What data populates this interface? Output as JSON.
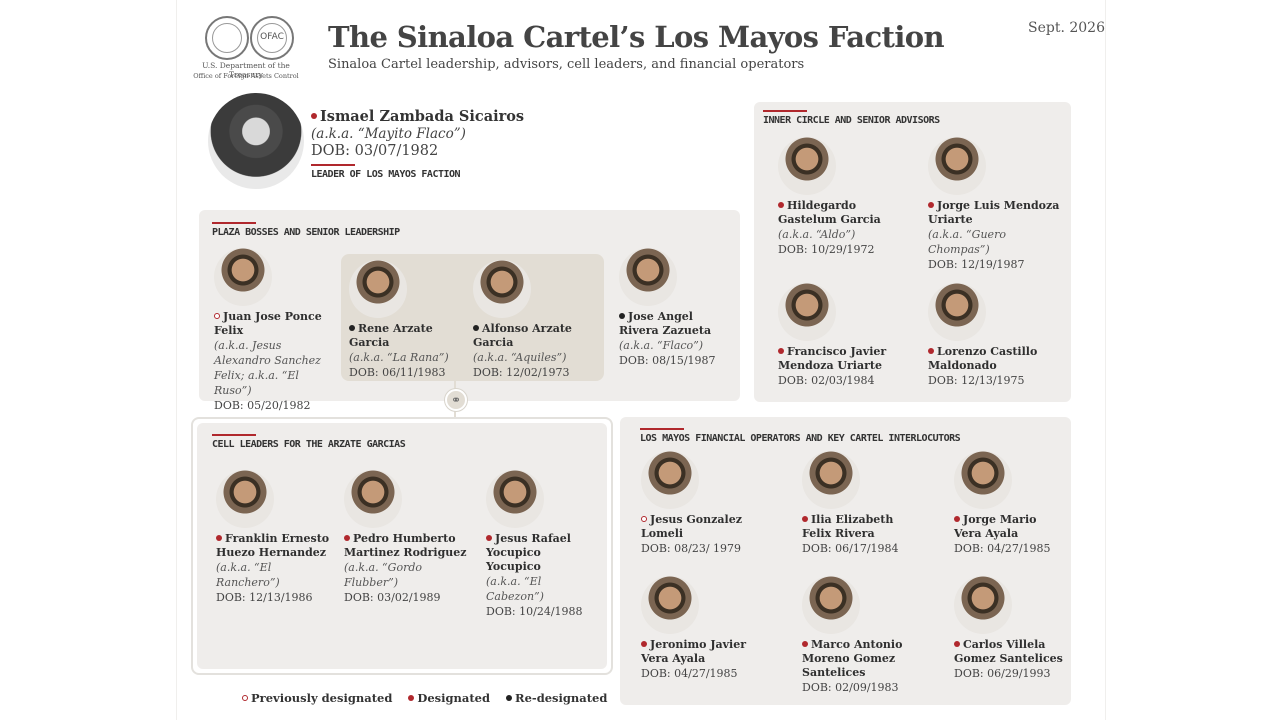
{
  "header": {
    "agency_line1": "U.S. Department of the Treasury",
    "agency_line2": "Office of Foreign Assets Control",
    "seal_text": "OFAC",
    "title": "The Sinaloa Cartel’s Los Mayos Faction",
    "subtitle": "Sinaloa Cartel leadership, advisors, cell leaders, and financial operators",
    "date": "Sept. 2026"
  },
  "leader": {
    "name": "Ismael Zambada Sicairos",
    "aka": "(a.k.a. “Mayito Flaco”)",
    "dob": "DOB: 03/07/1982",
    "role": "LEADER OF LOS MAYOS FACTION",
    "status": "designated"
  },
  "plaza": {
    "title": "PLAZA BOSSES AND SENIOR LEADERSHIP",
    "people": [
      {
        "name": "Juan Jose Ponce Felix",
        "aka": "(a.k.a. Jesus Alexandro Sanchez Felix; a.k.a. “El Ruso”)",
        "dob": "DOB: 05/20/1982",
        "status": "previously"
      },
      {
        "name": "Rene Arzate Garcia",
        "aka": "(a.k.a. “La Rana”)",
        "dob": "DOB: 06/11/1983",
        "status": "redesignated"
      },
      {
        "name": "Alfonso Arzate Garcia",
        "aka": "(a.k.a. “Aquiles”)",
        "dob": "DOB: 12/02/1973",
        "status": "redesignated"
      },
      {
        "name": "Jose Angel Rivera Zazueta",
        "aka": "(a.k.a. “Flaco”)",
        "dob": "DOB: 08/15/1987",
        "status": "redesignated"
      }
    ]
  },
  "inner": {
    "title": "INNER CIRCLE AND SENIOR ADVISORS",
    "people": [
      {
        "name": "Hildegardo Gastelum Garcia",
        "aka": "(a.k.a. “Aldo”)",
        "dob": "DOB: 10/29/1972",
        "status": "designated"
      },
      {
        "name": "Jorge Luis Mendoza Uriarte",
        "aka": "(a.k.a. “Guero Chompas”)",
        "dob": "DOB: 12/19/1987",
        "status": "designated"
      },
      {
        "name": "Francisco Javier Mendoza Uriarte",
        "aka": "",
        "dob": "DOB: 02/03/1984",
        "status": "designated"
      },
      {
        "name": "Lorenzo Castillo Maldonado",
        "aka": "",
        "dob": "DOB: 12/13/1975",
        "status": "designated"
      }
    ]
  },
  "cell": {
    "title": "CELL LEADERS FOR THE ARZATE GARCIAS",
    "people": [
      {
        "name": "Franklin Ernesto Huezo Hernandez",
        "aka": "(a.k.a. “El Ranchero”)",
        "dob": "DOB: 12/13/1986",
        "status": "designated"
      },
      {
        "name": "Pedro Humberto Martinez Rodriguez",
        "aka": "(a.k.a. “Gordo Flubber”)",
        "dob": "DOB: 03/02/1989",
        "status": "designated"
      },
      {
        "name": "Jesus Rafael Yocupico Yocupico",
        "aka": "(a.k.a. “El Cabezon”)",
        "dob": "DOB: 10/24/1988",
        "status": "designated"
      }
    ]
  },
  "financial": {
    "title": "LOS MAYOS FINANCIAL OPERATORS AND KEY CARTEL INTERLOCUTORS",
    "people": [
      {
        "name": "Jesus Gonzalez Lomeli",
        "aka": "",
        "dob": "DOB: 08/23/ 1979",
        "status": "previously"
      },
      {
        "name": "Ilia Elizabeth Felix Rivera",
        "aka": "",
        "dob": "DOB: 06/17/1984",
        "status": "designated"
      },
      {
        "name": "Jorge Mario Vera Ayala",
        "aka": "",
        "dob": "DOB: 04/27/1985",
        "status": "designated"
      },
      {
        "name": "Jeronimo Javier Vera Ayala",
        "aka": "",
        "dob": "DOB: 04/27/1985",
        "status": "designated"
      },
      {
        "name": "Marco Antonio Moreno Gomez Santelices",
        "aka": "",
        "dob": "DOB: 02/09/1983",
        "status": "designated"
      },
      {
        "name": "Carlos Villela Gomez Santelices",
        "aka": "",
        "dob": "DOB: 06/29/1993",
        "status": "designated"
      }
    ]
  },
  "legend": {
    "previously": "Previously designated",
    "designated": "Designated",
    "redesignated": "Re-designated"
  },
  "colors": {
    "accent": "#b0282d",
    "panel": "#efedeb",
    "subpanel": "#e2ddd4"
  },
  "icons": {
    "link": "chain-link-icon"
  }
}
